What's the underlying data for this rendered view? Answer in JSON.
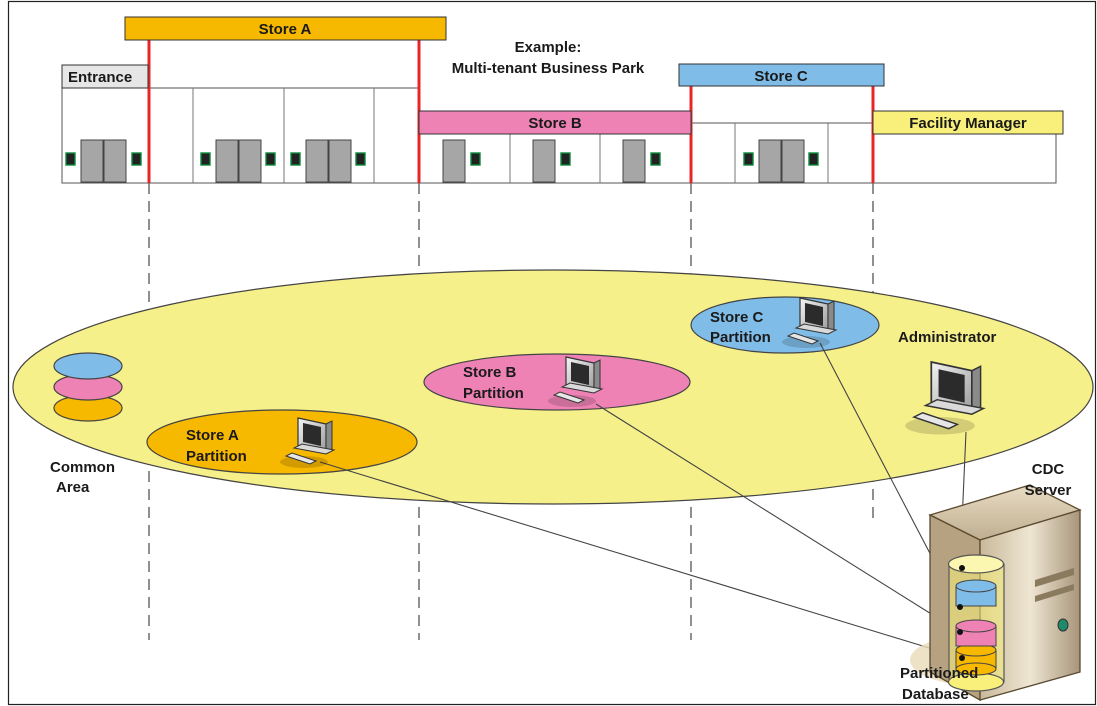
{
  "title": {
    "line1": "Example:",
    "line2": "Multi-tenant Business Park"
  },
  "banners": {
    "store_a": "Store A",
    "store_b": "Store B",
    "store_c": "Store C",
    "entrance": "Entrance",
    "facility_manager": "Facility Manager"
  },
  "partitions": {
    "store_a": {
      "line1": "Store A",
      "line2": "Partition"
    },
    "store_b": {
      "line1": "Store B",
      "line2": "Partition"
    },
    "store_c": {
      "line1": "Store C",
      "line2": "Partition"
    }
  },
  "labels": {
    "common_area": {
      "line1": "Common",
      "line2": "Area"
    },
    "administrator": "Administrator",
    "cdc_server": {
      "line1": "CDC",
      "line2": "Server"
    },
    "partitioned_database": {
      "line1": "Partitioned",
      "line2": "Database"
    }
  },
  "colors": {
    "store_a": "#f7b800",
    "store_b": "#ee82b5",
    "store_c": "#7fbde8",
    "common": "#f6f08a",
    "divider": "#e8262a",
    "entrance": "#e6e6e6",
    "facility": "#f8f07a"
  }
}
